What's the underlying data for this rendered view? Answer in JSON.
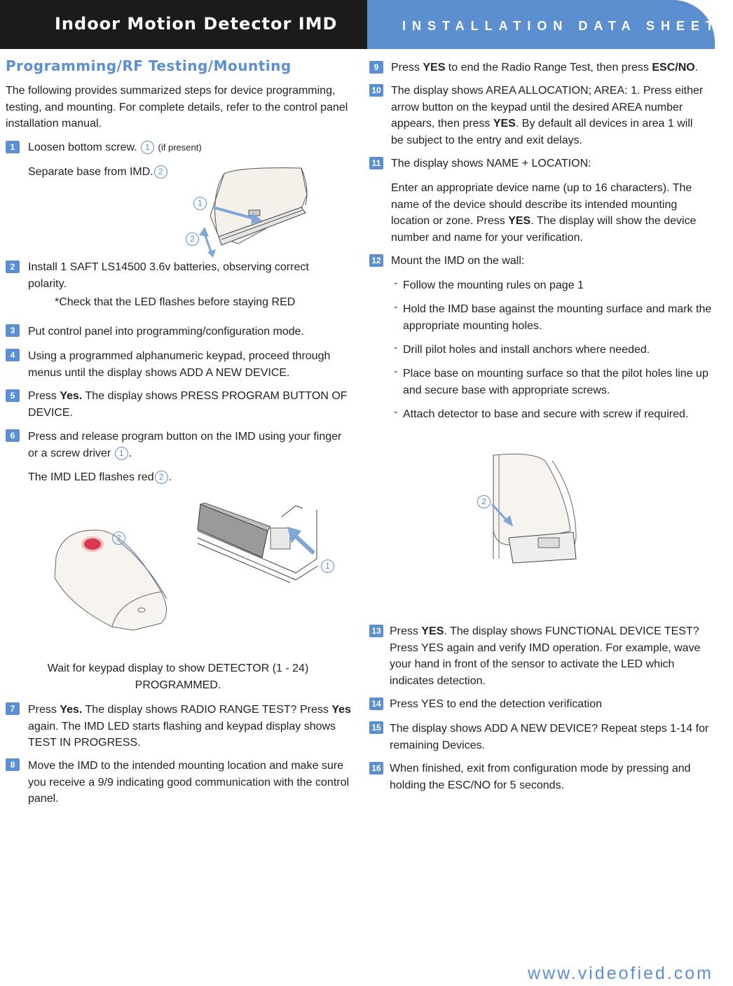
{
  "header": {
    "left_title": "Indoor Motion Detector IMD",
    "right_title": "INSTALLATION DATA SHEET"
  },
  "section_title": "Programming/RF Testing/Mounting",
  "intro": "The following provides summarized steps for device programming, testing, and mounting. For complete details, refer to the control panel installation manual.",
  "callouts": {
    "one": "1",
    "two": "2"
  },
  "steps": {
    "s1": {
      "num": "1",
      "text": "Loosen bottom screw.",
      "note": "(if present)",
      "sub": "Separate base from IMD."
    },
    "s2": {
      "num": "2",
      "text": "Install 1 SAFT LS14500 3.6v batteries, observing correct polarity.",
      "note": "*Check that the LED flashes before staying RED"
    },
    "s3": {
      "num": "3",
      "text": "Put control panel into programming/configuration mode."
    },
    "s4": {
      "num": "4",
      "text": "Using a programmed alphanumeric keypad, proceed through menus until the display shows ADD A NEW DEVICE."
    },
    "s5": {
      "num": "5",
      "pre": "Press ",
      "bold": "Yes.",
      "post": " The display shows PRESS PROGRAM BUTTON OF DEVICE."
    },
    "s6": {
      "num": "6",
      "text": "Press and release program button on the IMD using your finger or a screw driver",
      "sub": "The IMD LED flashes red"
    },
    "wait": "Wait for keypad display to show DETECTOR (1 - 24) PROGRAMMED.",
    "s7": {
      "num": "7",
      "pre": "Press ",
      "bold1": "Yes.",
      "mid": " The display shows RADIO RANGE TEST? Press ",
      "bold2": "Yes",
      "post": " again. The IMD LED starts flashing and keypad display shows TEST IN PROGRESS."
    },
    "s8": {
      "num": "8",
      "text": "Move the IMD to the intended mounting location and make sure you receive a 9/9 indicating good communication with the control panel."
    },
    "s9": {
      "num": "9",
      "pre": "Press ",
      "bold1": "YES",
      "mid": " to end the Radio Range Test, then press ",
      "bold2": "ESC/NO",
      "post": "."
    },
    "s10": {
      "num": "10",
      "pre": "The display shows AREA ALLOCATION; AREA: 1.  Press either arrow button on the keypad until the desired AREA number appears, then press ",
      "bold": "YES",
      "post": ".  By default all devices in area 1 will be subject to the entry and exit delays."
    },
    "s11": {
      "num": "11",
      "text": "The display shows NAME + LOCATION:",
      "pre": "Enter an appropriate device name (up to 16 characters).  The name of the device should describe its intended mounting location or zone.  Press ",
      "bold": "YES",
      "post": ".  The display will show the device number and name for your verification."
    },
    "s12": {
      "num": "12",
      "text": "Mount the IMD on the wall:",
      "bullets": [
        "Follow the mounting rules on page 1",
        "Hold the IMD base against the mounting surface and mark the appropriate mounting holes.",
        "Drill pilot holes and install anchors where needed.",
        "Place base on mounting surface so that the pilot holes line up and secure base with appropriate screws.",
        "Attach detector to base and secure with screw if required."
      ]
    },
    "s13": {
      "num": "13",
      "pre": "Press ",
      "bold": "YES",
      "post": ".  The display shows FUNCTIONAL DEVICE TEST? Press YES again and verify IMD operation.  For example, wave your hand in front of the sensor to activate the LED which indicates detection."
    },
    "s14": {
      "num": "14",
      "text": "Press YES to end the detection verification"
    },
    "s15": {
      "num": "15",
      "text": "The display shows ADD A NEW DEVICE? Repeat steps 1-14 for remaining Devices."
    },
    "s16": {
      "num": "16",
      "text": "When finished, exit from configuration mode by pressing and holding the ESC/NO for 5 seconds."
    }
  },
  "footer": "www.videofied.com",
  "colors": {
    "accent": "#5b8fcf",
    "header_dark": "#1b1b1b",
    "led_red": "#d6203a"
  }
}
